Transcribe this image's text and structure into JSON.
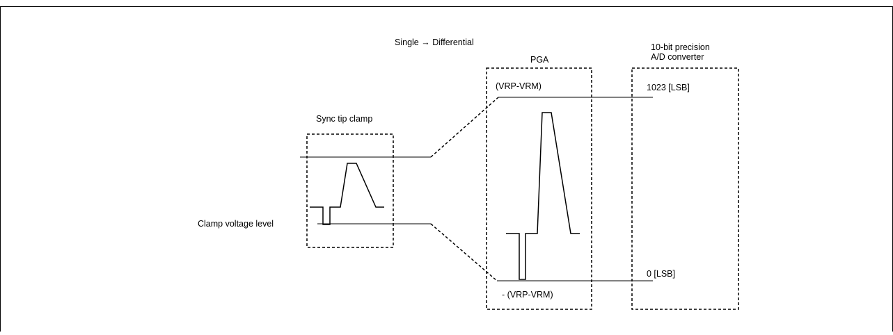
{
  "diagram": {
    "single_to_differential": "Single → Differential",
    "sync_tip_clamp": {
      "title": "Sync tip clamp"
    },
    "pga": {
      "title": "PGA",
      "top_label": "(VRP-VRM)",
      "bottom_label": "- (VRP-VRM)"
    },
    "adc": {
      "title_line1": "10-bit precision",
      "title_line2": "A/D converter",
      "top_label": "1023 [LSB]",
      "bottom_label": "0 [LSB]"
    },
    "clamp_voltage_level": "Clamp voltage level"
  }
}
